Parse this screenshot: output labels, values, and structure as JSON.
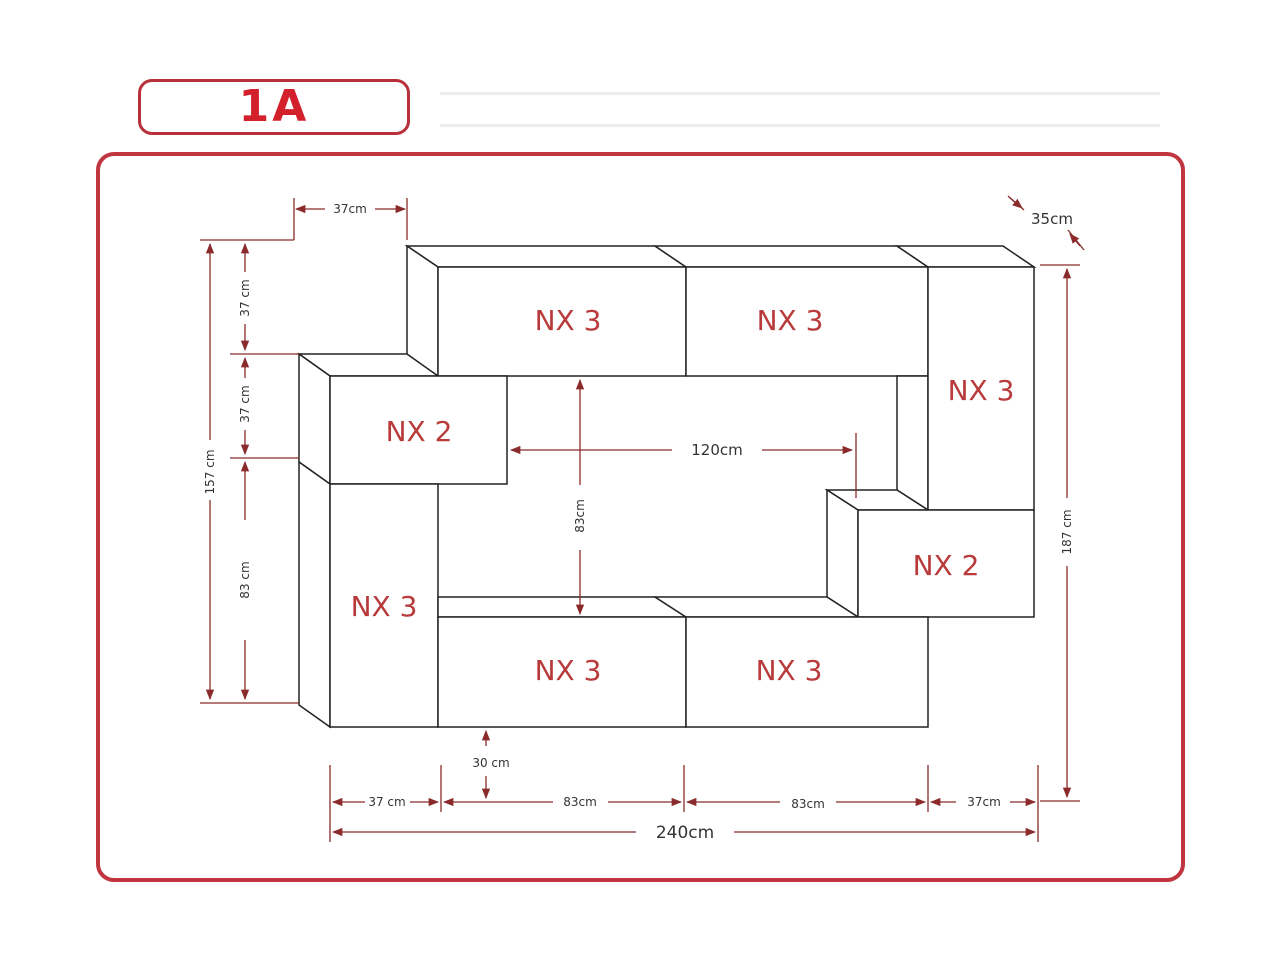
{
  "title": "1A",
  "modules": [
    {
      "id": "top-left",
      "label": "NX 3"
    },
    {
      "id": "top-middle",
      "label": "NX 3"
    },
    {
      "id": "right-upper",
      "label": "NX 3"
    },
    {
      "id": "left-upper",
      "label": "NX 2"
    },
    {
      "id": "right-lower",
      "label": "NX 2"
    },
    {
      "id": "left-lower",
      "label": "NX 3"
    },
    {
      "id": "bottom-left",
      "label": "NX 3"
    },
    {
      "id": "bottom-middle",
      "label": "NX 3"
    }
  ],
  "dimensions": {
    "top_width": "37cm",
    "depth": "35cm",
    "left_37_a": "37 cm",
    "left_37_b": "37 cm",
    "left_83": "83 cm",
    "left_total": "157 cm",
    "right_total": "187 cm",
    "inner_width": "120cm",
    "inner_height": "83cm",
    "floor_gap": "30 cm",
    "bottom_37_left": "37 cm",
    "bottom_83_a": "83cm",
    "bottom_83_b": "83cm",
    "bottom_37_right": "37cm",
    "total_width": "240cm"
  },
  "colors": {
    "accent_border": "#c0353e",
    "title_text": "#d3212c",
    "label_text": "#b83a3a",
    "dimension_line": "#8a2a2a"
  }
}
